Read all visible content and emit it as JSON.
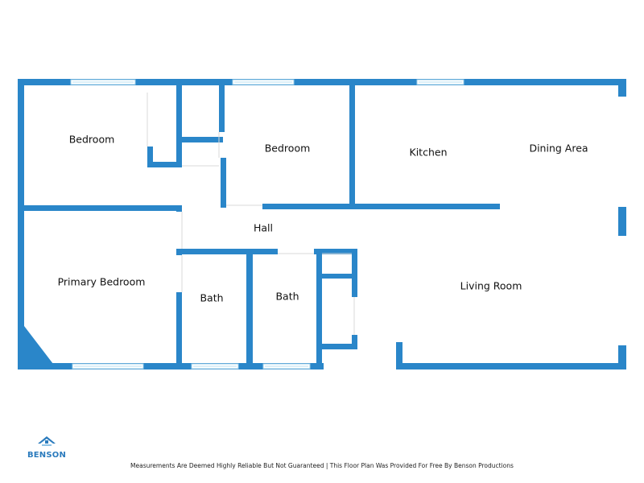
{
  "colors": {
    "wall": "#2a86c9",
    "window": "#b9dff2"
  },
  "rooms": {
    "bedroom_1": "Bedroom",
    "bedroom_2": "Bedroom",
    "kitchen": "Kitchen",
    "dining_area": "Dining Area",
    "hall": "Hall",
    "primary_bedroom": "Primary Bedroom",
    "bath_1": "Bath",
    "bath_2": "Bath",
    "living_room": "Living Room"
  },
  "logo": {
    "brand": "BENSON",
    "icon": "house-roof-icon"
  },
  "footer": {
    "disclaimer": "Measurements Are Deemed Highly Reliable But Not Guaranteed | This Floor Plan Was Provided For Free By Benson Productions"
  }
}
